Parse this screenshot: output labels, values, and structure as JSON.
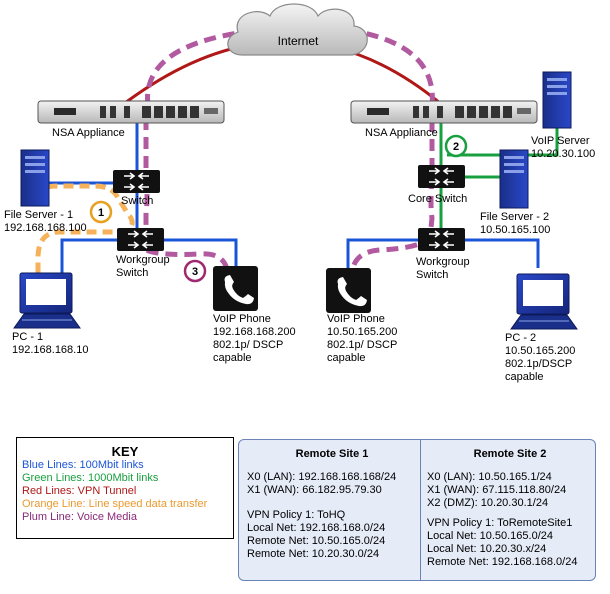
{
  "internet": {
    "label": "Internet"
  },
  "devices": {
    "nsa_left": {
      "label": "NSA Appliance"
    },
    "nsa_right": {
      "label": "NSA Appliance"
    },
    "voip_server": {
      "name": "VoIP Server",
      "ip": "10.20.30.100"
    },
    "switch_left": {
      "label": "Switch"
    },
    "core_switch": {
      "label": "Core Switch"
    },
    "file_server_1": {
      "name": "File Server - 1",
      "ip": "192.168.168.100"
    },
    "file_server_2": {
      "name": "File Server - 2",
      "ip": "10.50.165.100"
    },
    "wg_switch_left": {
      "line1": "Workgroup",
      "line2": "Switch"
    },
    "wg_switch_right": {
      "line1": "Workgroup",
      "line2": "Switch"
    },
    "pc_1": {
      "name": "PC - 1",
      "ip": "192.168.168.10"
    },
    "pc_2": {
      "name": "PC - 2",
      "ip": "10.50.165.200",
      "l3": "802.1p/DSCP",
      "l4": "capable"
    },
    "voip_phone_left": {
      "name": "VoIP Phone",
      "ip": "192.168.168.200",
      "l3": "802.1p/ DSCP",
      "l4": "capable"
    },
    "voip_phone_right": {
      "name": "VoIP Phone",
      "ip": "10.50.165.200",
      "l3": "802.1p/ DSCP",
      "l4": "capable"
    }
  },
  "markers": [
    "1",
    "2",
    "3"
  ],
  "colors": {
    "blue": "#1a55d8",
    "green": "#18a040",
    "red": "#b01818",
    "orange": "#f5b25a",
    "plum": "#b25aa0",
    "marker_orange": "#e8a020",
    "marker_green": "#18a040",
    "marker_plum": "#a02870"
  },
  "key": {
    "title": "KEY",
    "lines": [
      {
        "text": "Blue Lines: 100Mbit links",
        "color": "#1a55d8"
      },
      {
        "text": "Green Lines: 1000Mbit links",
        "color": "#18a040"
      },
      {
        "text": "Red Lines: VPN Tunnel",
        "color": "#b01818"
      },
      {
        "text": "Orange Line: Line speed data transfer",
        "color": "#e89a30"
      },
      {
        "text": "Plum Line: Voice Media",
        "color": "#8a2a78"
      }
    ]
  },
  "sites": {
    "site1": {
      "title": "Remote Site 1",
      "x0": "X0 (LAN): 192.168.168.168/24",
      "x1": "X1 (WAN): 66.182.95.79.30",
      "policy": "VPN Policy 1: ToHQ",
      "local": "Local Net: 192.168.168.0/24",
      "remote1": "Remote Net: 10.50.165.0/24",
      "remote2": "Remote Net: 10.20.30.0/24"
    },
    "site2": {
      "title": "Remote Site 2",
      "x0": "X0 (LAN): 10.50.165.1/24",
      "x1": "X1 (WAN): 67.115.118.80/24",
      "x2": "X2 (DMZ): 10.20.30.1/24",
      "policy": "VPN Policy 1: ToRemoteSite1",
      "local1": "Local Net: 10.50.165.0/24",
      "local2": "Local Net: 10.20.30.x/24",
      "remote": "Remote Net: 192.168.168.0/24"
    }
  }
}
